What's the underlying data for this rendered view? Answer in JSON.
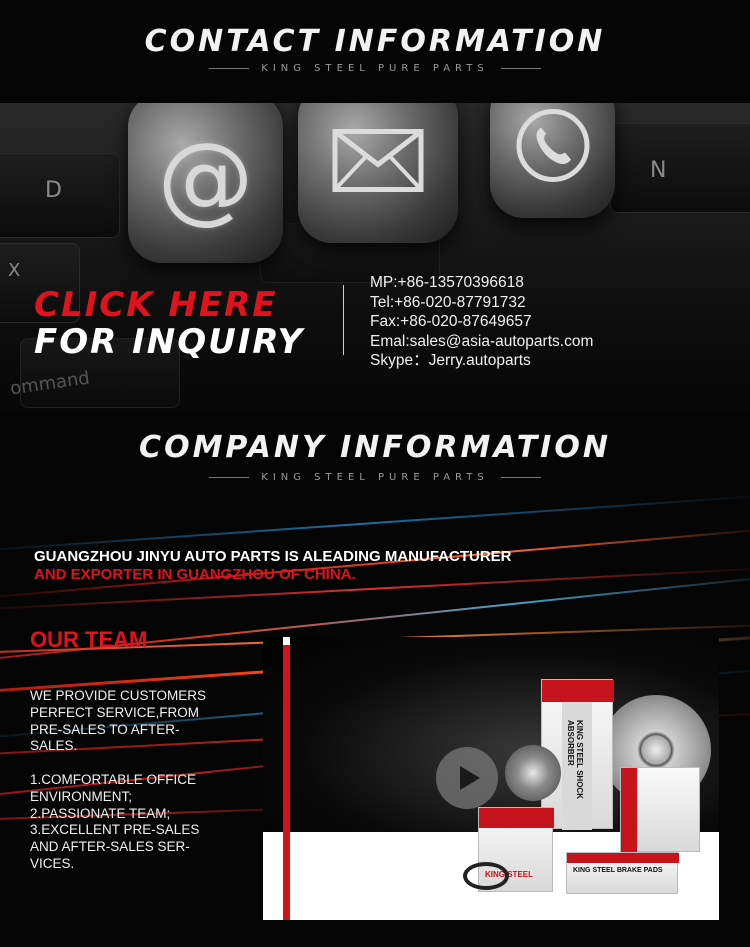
{
  "contact_section": {
    "title": "CONTACT INFORMATION",
    "subtitle": "KING STEEL PURE PARTS"
  },
  "banner": {
    "cta_line1": "CLICK HERE",
    "cta_line2": "FOR INQUIRY",
    "icons": [
      "at-sign-icon",
      "envelope-icon",
      "phone-icon"
    ],
    "keyboard_labels": [
      "D",
      "X",
      "N",
      "ommand"
    ]
  },
  "contacts": [
    "MP:+86-13570396618",
    "Tel:+86-020-87791732",
    "Fax:+86-020-87649657",
    "Emal:sales@asia-autoparts.com",
    "Skype：Jerry.autoparts"
  ],
  "company_section": {
    "title": "COMPANY INFORMATION",
    "subtitle": "KING STEEL PURE PARTS",
    "description_line1": "GUANGZHOU JINYU AUTO PARTS IS ALEADING MANUFACTURER",
    "description_line2": "AND EXPORTER IN  GUANGZHOU OF CHINA."
  },
  "team": {
    "title": "OUR TEAM",
    "lines": [
      "WE PROVIDE CUSTOMERS",
      "PERFECT SERVICE,FROM",
      "PRE-SALES TO AFTER-",
      "SALES.",
      "",
      "1.COMFORTABLE OFFICE",
      "ENVIRONMENT;",
      "2.PASSIONATE TEAM;",
      "3.EXCELLENT PRE-SALES",
      "AND AFTER-SALES SER-",
      "VICES."
    ]
  },
  "video": {
    "brand_labels": [
      "KING STEEL",
      "KING STEEL SHOCK ABSORBER",
      "KING STEEL BRAKE PADS"
    ]
  },
  "colors": {
    "accent_red": "#e0121c",
    "background": "#050505"
  }
}
